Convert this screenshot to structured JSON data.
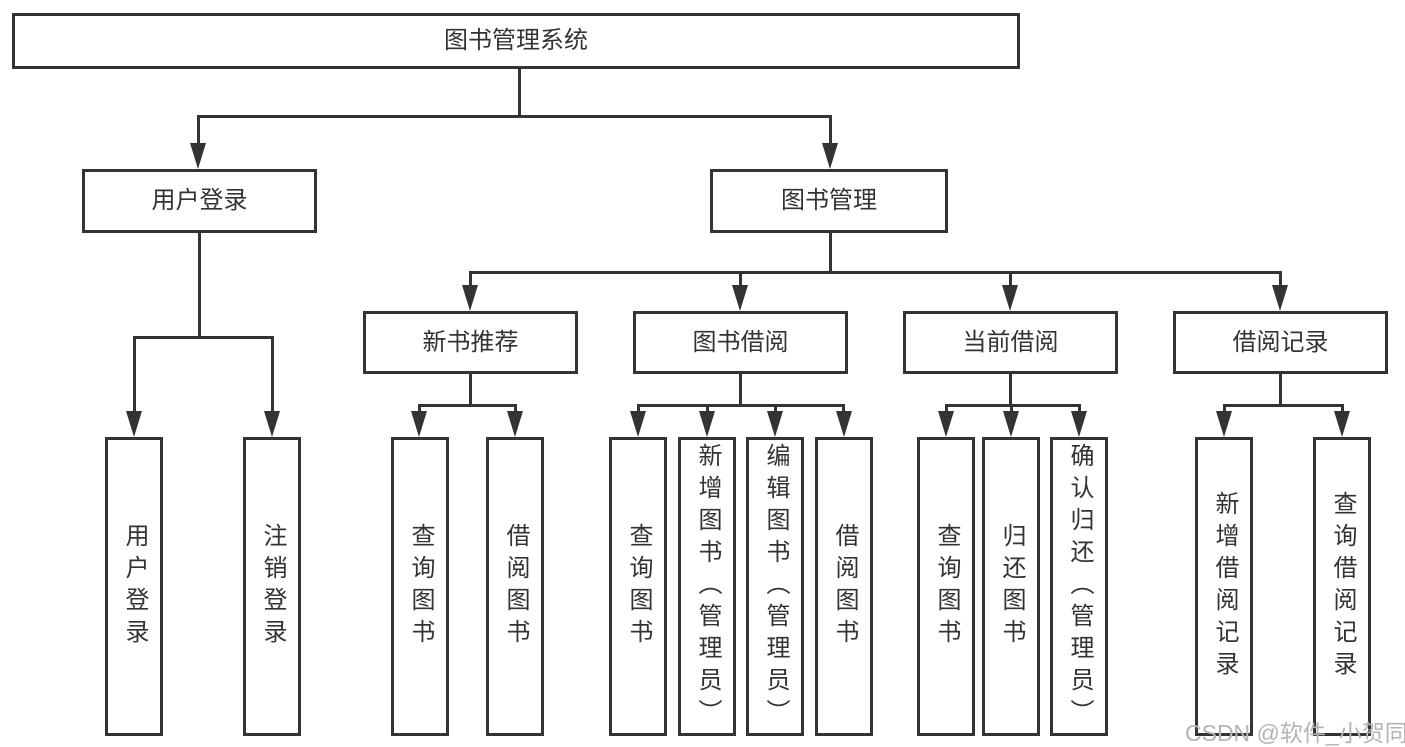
{
  "root_label": "图书管理系统",
  "branches": {
    "user_login": {
      "label": "用户登录",
      "children": [
        "用户登录",
        "注销登录"
      ]
    },
    "book_mgmt": {
      "label": "图书管理",
      "sections": {
        "new_book": {
          "label": "新书推荐",
          "children": [
            "查询图书",
            "借阅图书"
          ]
        },
        "borrow": {
          "label": "图书借阅",
          "children": [
            "查询图书",
            "新增图书（管理员）",
            "编辑图书（管理员）",
            "借阅图书"
          ]
        },
        "current": {
          "label": "当前借阅",
          "children": [
            "查询图书",
            "归还图书",
            "确认归还（管理员）"
          ]
        },
        "records": {
          "label": "借阅记录",
          "children": [
            "新增借阅记录",
            "查询借阅记录"
          ]
        }
      }
    }
  },
  "watermark": "CSDN @软件_小贺同学",
  "colors": {
    "line": "#333333",
    "box_background": "#ffffff",
    "text": "#333333",
    "watermark": "#b4b4b4"
  }
}
